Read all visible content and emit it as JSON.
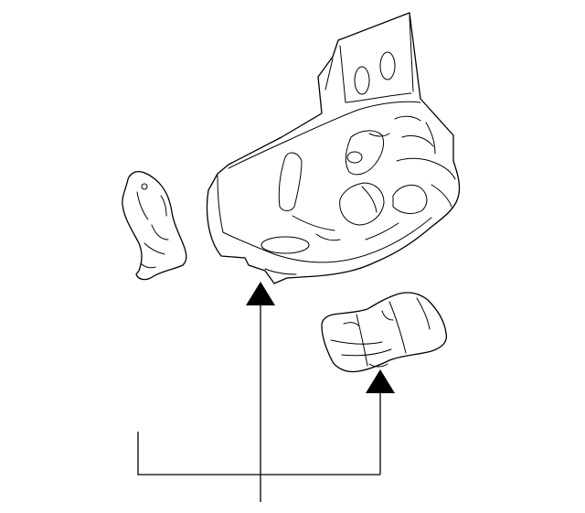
{
  "diagram": {
    "kind": "exploded-parts-illustration",
    "colors": {
      "background": "#ffffff",
      "line": "#000000",
      "arrow": "#000000"
    },
    "parts": [
      {
        "id": "small-left-bracket"
      },
      {
        "id": "main-housing-panel"
      },
      {
        "id": "lower-right-bracket"
      }
    ],
    "callouts": [
      {
        "id": "callout-main-panel",
        "points_to": "main-housing-panel"
      },
      {
        "id": "callout-lower-bracket",
        "points_to": "lower-right-bracket"
      }
    ]
  }
}
